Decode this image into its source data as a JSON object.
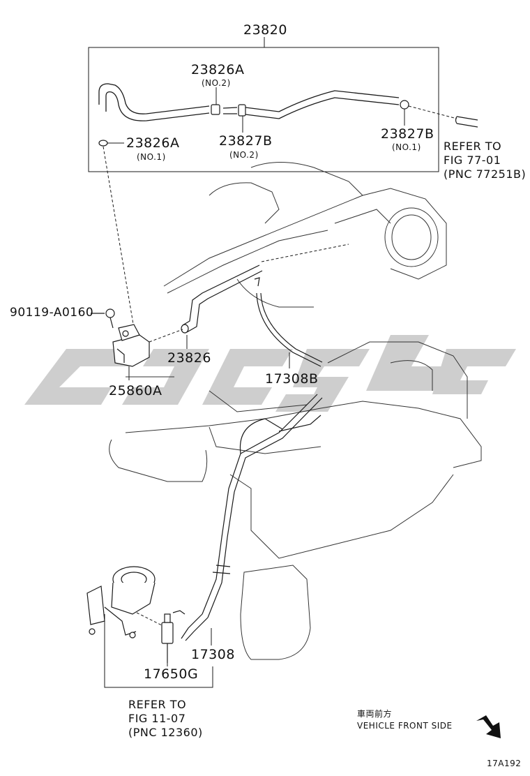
{
  "part_codes": {
    "hose_assy": "23820",
    "clip_a_top": "23826A",
    "clip_a_top_sub": "(NO.2)",
    "clip_a_left": "23826A",
    "clip_a_left_sub": "(NO.1)",
    "clip_b_mid": "23827B",
    "clip_b_mid_sub": "(NO.2)",
    "clip_b_right": "23827B",
    "clip_b_right_sub": "(NO.1)",
    "bolt": "90119-A0160",
    "hose_23826": "23826",
    "valve": "25860A",
    "tube_b": "17308B",
    "tube": "17308",
    "vsv": "17650G"
  },
  "refer_right": {
    "line1": "REFER TO",
    "line2": "FIG 77-01",
    "line3": "(PNC 77251B)"
  },
  "refer_bottom": {
    "line1": "REFER TO",
    "line2": "FIG 11-07",
    "line3": "(PNC 12360)"
  },
  "orientation": {
    "japanese": "車両前方",
    "english": "VEHICLE FRONT SIDE"
  },
  "figure_id": "17A192",
  "colors": {
    "line": "#1a1a1a",
    "watermark": "#c8c8c8"
  }
}
